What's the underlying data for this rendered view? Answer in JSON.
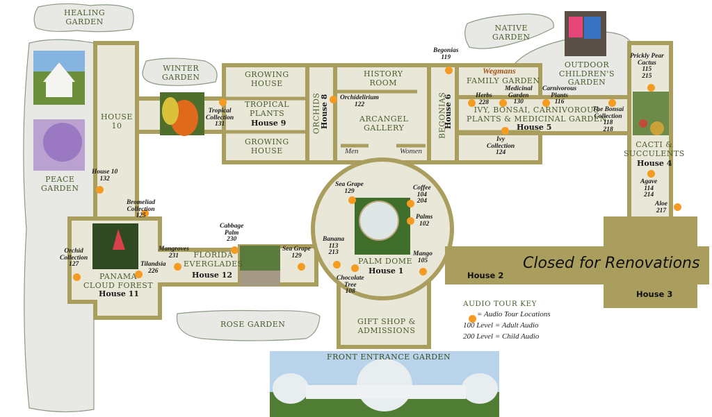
{
  "colors": {
    "wall": "#aa9e5e",
    "floor": "#e9e7d8",
    "garden_fill": "#e8e9e4",
    "garden_stroke": "#8a9a84",
    "room_text": "#4a5e2e",
    "audio_dot": "#f59b22",
    "closed_area": "#aa9e5e"
  },
  "gardens": {
    "healing": "HEALING\nGARDEN",
    "winter": "WINTER\nGARDEN",
    "native": "NATIVE\nGARDEN",
    "peace": "PEACE\nGARDEN",
    "rose": "ROSE GARDEN",
    "outdoor_children": "OUTDOOR\nCHILDREN'S\nGARDEN",
    "front_entrance": "FRONT ENTRANCE GARDEN"
  },
  "rooms": {
    "house10": "HOUSE\n10",
    "growing_house_top": "GROWING\nHOUSE",
    "growing_house_bottom": "GROWING\nHOUSE",
    "tropical_plants": "TROPICAL\nPLANTS",
    "house9": "House 9",
    "orchids": "ORCHIDS",
    "house8": "House 8",
    "history_room": "HISTORY\nROOM",
    "arcangel_gallery": "ARCANGEL\nGALLERY",
    "men": "Men",
    "women": "Women",
    "begonias": "BEGONIAS",
    "house6": "House 6",
    "wegmans": "Wegmans",
    "family_garden": "FAMILY GARDEN",
    "ivy_bonsai": "IVY, BONSAI, CARNIVOROUS\nPLANTS & MEDICINAL GARDEN",
    "house5": "House 5",
    "cacti": "CACTI &\nSUCCULENTS",
    "house4": "House 4",
    "palm_dome": "PALM DOME",
    "house1": "House 1",
    "gift_shop": "GIFT SHOP &\nADMISSIONS",
    "panama": "PANAMA\nCLOUD FOREST",
    "house11": "House 11",
    "florida": "FLORIDA\nEVERGLADES",
    "house12": "House 12",
    "house2": "House 2",
    "house3": "House 3",
    "closed": "Closed for Renovations"
  },
  "audio_stops": [
    {
      "name": "Tropical\nCollection\n131"
    },
    {
      "name": "Orchidelirium\n122"
    },
    {
      "name": "Begonias\n119"
    },
    {
      "name": "Herbs\n228"
    },
    {
      "name": "Medicinal\nGarden\n130"
    },
    {
      "name": "Carnivorous\nPlants\n116"
    },
    {
      "name": "The Bonsai\nCollection\n118\n218"
    },
    {
      "name": "Ivy\nCollection\n124"
    },
    {
      "name": "Prickly Pear\nCactus\n115\n215"
    },
    {
      "name": "Agave\n114\n214"
    },
    {
      "name": "Aloe\n217"
    },
    {
      "name": "House 10\n132"
    },
    {
      "name": "Bromeliad\nCollection\n125"
    },
    {
      "name": "Orchid\nCollection\n127"
    },
    {
      "name": "Tilandsia\n226"
    },
    {
      "name": "Mangroves\n231"
    },
    {
      "name": "Cabbage\nPalm\n230"
    },
    {
      "name": "Sea Grape\n129"
    },
    {
      "name": "Sea Grape\n129"
    },
    {
      "name": "Coffee\n104\n204"
    },
    {
      "name": "Palms\n102"
    },
    {
      "name": "Banana\n113\n213"
    },
    {
      "name": "Chocolate\nTree\n108"
    },
    {
      "name": "Mango\n105"
    }
  ],
  "key": {
    "title": "AUDIO TOUR KEY",
    "line1": "= Audio Tour Locations",
    "line2": "100 Level = Adult Audio",
    "line3": "200 Level = Child Audio"
  }
}
